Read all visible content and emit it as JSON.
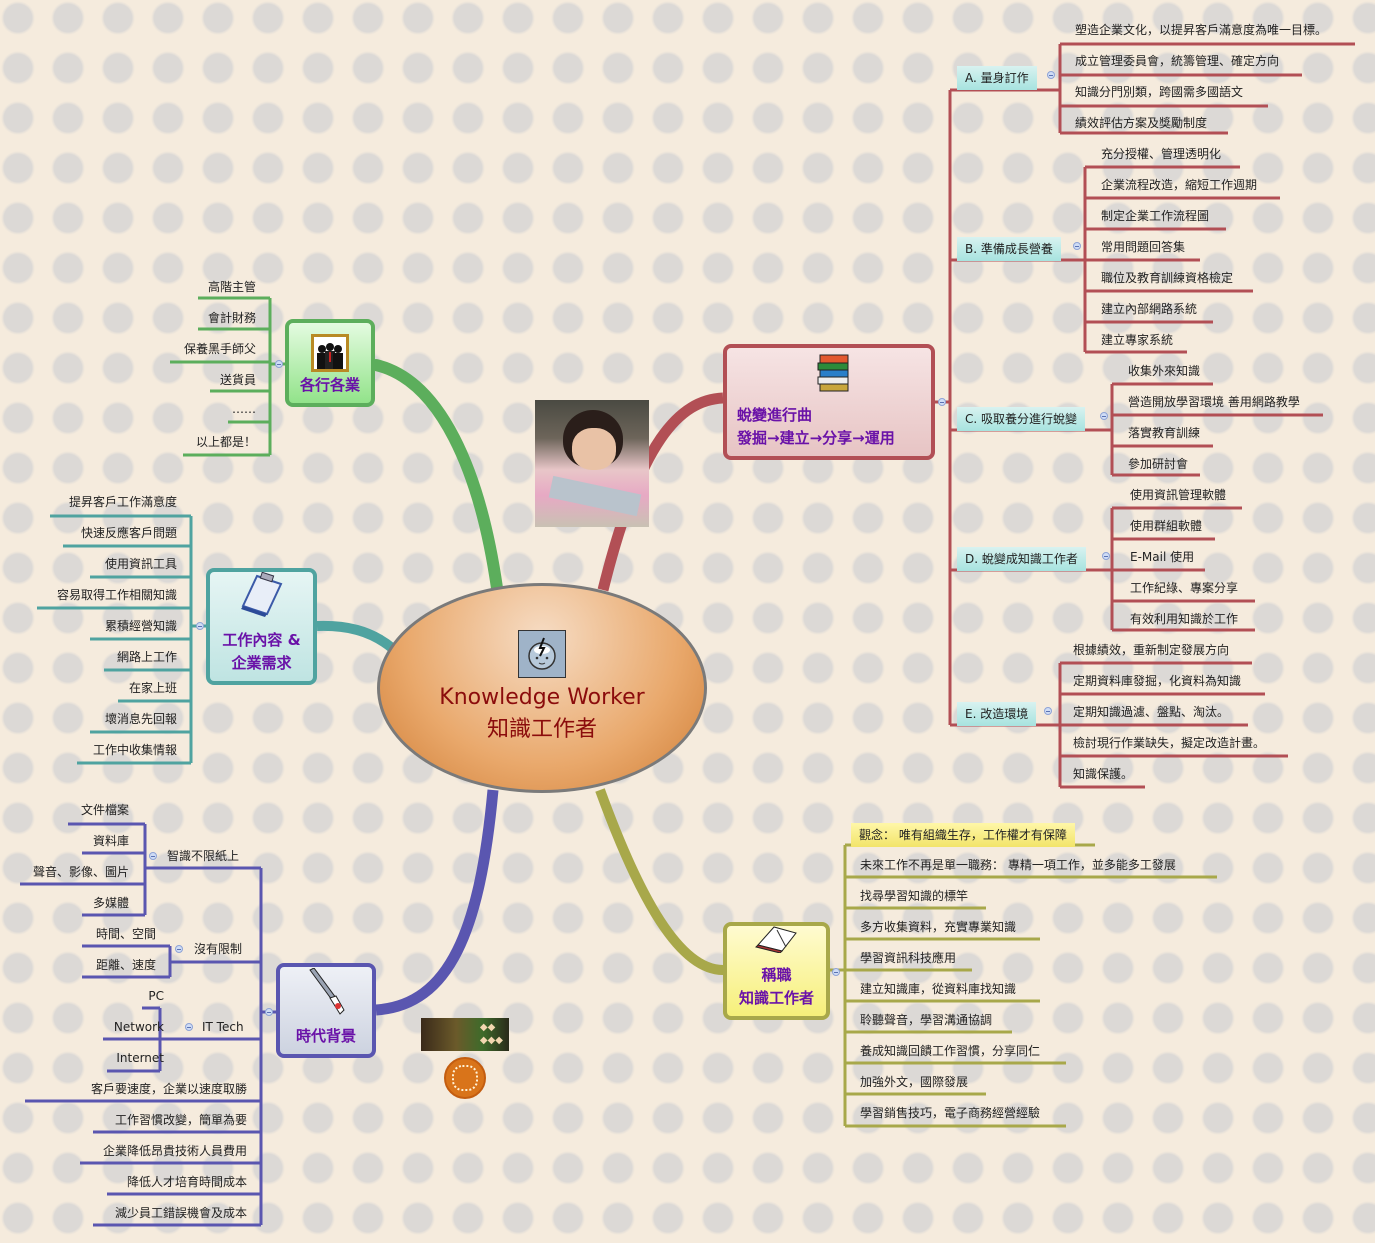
{
  "central": {
    "title_en": "Knowledge Worker",
    "title_zh": "知識工作者",
    "icon": "idea-head-icon",
    "fill": "#e9a86b"
  },
  "branches": {
    "transformation": {
      "label_line1": "蛻變進行曲",
      "label_line2": "發掘→建立→分享→運用",
      "icon": "books-icon",
      "color": "#b24f55",
      "groups": [
        {
          "label": "A. 量身訂作",
          "items": [
            "塑造企業文化，以提昇客戶滿意度為唯一目標。",
            "成立管理委員會，統籌管理、確定方向",
            "知識分門別類，跨國需多國語文",
            "績效評估方案及獎勵制度"
          ]
        },
        {
          "label": "B. 準備成長營養",
          "items": [
            "充分授權、管理透明化",
            "企業流程改造，縮短工作週期",
            "制定企業工作流程圖",
            "常用問題回答集",
            "職位及教育訓練資格檢定",
            "建立內部網路系統",
            "建立專家系統"
          ]
        },
        {
          "label": "C. 吸取養分進行蛻變",
          "items": [
            "收集外來知識",
            "營造開放學習環境 善用網路教學",
            "落實教育訓練",
            "參加研討會"
          ]
        },
        {
          "label": "D. 蛻變成知識工作者",
          "items": [
            "使用資訊管理軟體",
            "使用群組軟體",
            "E-Mail 使用",
            "工作紀綠、專案分享",
            "有效利用知識於工作"
          ]
        },
        {
          "label": "E. 改造環境",
          "items": [
            "根據績效，重新制定發展方向",
            "定期資料庫發掘，化資料為知識",
            "定期知識過濾、盤點、淘汰。",
            "檢討現行作業缺失，擬定改造計畫。",
            "知識保護。"
          ]
        }
      ]
    },
    "qualified": {
      "label_line1": "稱職",
      "label_line2": "知識工作者",
      "icon": "open-book-icon",
      "color": "#a8a84a",
      "highlight": "觀念： 唯有組織生存，工作權才有保障",
      "items": [
        "未來工作不再是單一職務： 專精一項工作，並多能多工發展",
        "找尋學習知識的標竿",
        "多方收集資料，充實專業知識",
        "學習資訊科技應用",
        "建立知識庫，從資料庫找知識",
        "聆聽聲音，學習溝通協調",
        "養成知識回饋工作習慣，分享同仁",
        "加強外文，國際發展",
        "學習銷售技巧，電子商務經營經驗"
      ]
    },
    "industries": {
      "label": "各行各業",
      "icon": "business-people-icon",
      "color": "#5cae5c",
      "items": [
        "高階主管",
        "會計財務",
        "保養黑手師父",
        "送貨員",
        "……",
        "以上都是！"
      ]
    },
    "work": {
      "label_line1": "工作內容 &",
      "label_line2": "企業需求",
      "icon": "clipboard-icon",
      "color": "#4fa3a0",
      "items": [
        "提昇客戶工作滿意度",
        "快速反應客戶問題",
        "使用資訊工具",
        "容易取得工作相關知識",
        "累積經營知識",
        "網路上工作",
        "在家上班",
        "壞消息先回報",
        "工作中收集情報"
      ]
    },
    "era": {
      "label": "時代背景",
      "icon": "pen-icon",
      "color": "#5a56b0",
      "groups": [
        {
          "label": "智識不限紙上",
          "items": [
            "文件檔案",
            "資料庫",
            "聲音、影像、圖片",
            "多媒體"
          ]
        },
        {
          "label": "沒有限制",
          "items": [
            "時間、空間",
            "距離、速度"
          ]
        },
        {
          "label": "IT Tech",
          "items": [
            "PC",
            "Network",
            "Internet"
          ]
        }
      ],
      "items": [
        "客戶要速度，企業以速度取勝",
        "工作習慣改變，簡單為要",
        "企業降低昂貴技術人員費用",
        "降低人才培育時間成本",
        "減少員工錯誤機會及成本"
      ]
    }
  },
  "decorations": {
    "photo": "child-photo",
    "logo_banner": "studio-logo-banner",
    "seal": "round-seal-stamp"
  }
}
